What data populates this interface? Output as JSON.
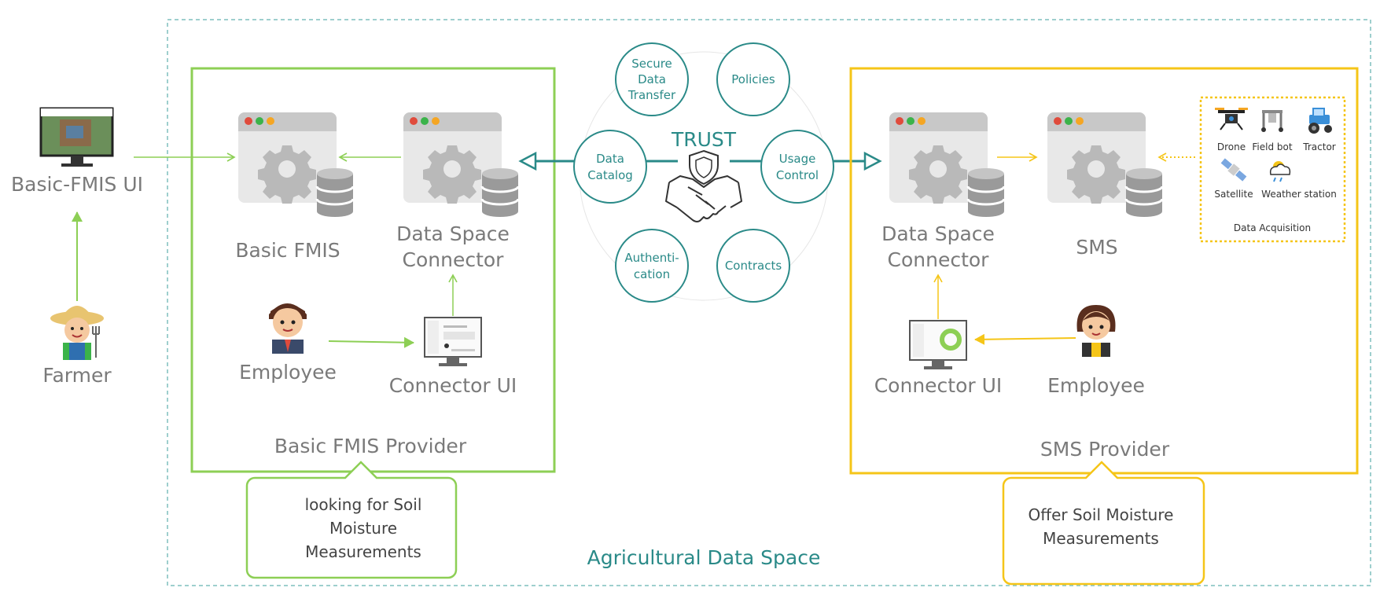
{
  "space_label": "Agricultural Data Space",
  "left_user": {
    "screen_label": "Basic-FMIS UI",
    "farmer_label": "Farmer"
  },
  "left_provider": {
    "title": "Basic FMIS Provider",
    "fmis_label": "Basic FMIS",
    "connector_label": [
      "Data Space",
      "Connector"
    ],
    "employee_label": "Employee",
    "connector_ui_label": "Connector UI",
    "bubble": [
      "looking for Soil",
      "Moisture",
      "Measurements"
    ]
  },
  "trust": {
    "title": "TRUST",
    "items": [
      [
        "Secure",
        "Data",
        "Transfer"
      ],
      [
        "Policies"
      ],
      [
        "Data",
        "Catalog"
      ],
      [
        "Usage",
        "Control"
      ],
      [
        "Authenti-",
        "cation"
      ],
      [
        "Contracts"
      ]
    ]
  },
  "right_provider": {
    "title": "SMS Provider",
    "connector_label": [
      "Data Space",
      "Connector"
    ],
    "sms_label": "SMS",
    "connector_ui_label": "Connector UI",
    "employee_label": "Employee",
    "bubble": [
      "Offer Soil Moisture",
      "Measurements"
    ],
    "acquisition": {
      "title": "Data Acquisition",
      "items": [
        "Drone",
        "Field bot",
        "Tractor",
        "Satellite",
        "Weather station"
      ]
    }
  },
  "colors": {
    "green": "#8dcf55",
    "yellow": "#f5c518",
    "teal": "#2a8a88",
    "dashed": "#7fbfbd"
  }
}
